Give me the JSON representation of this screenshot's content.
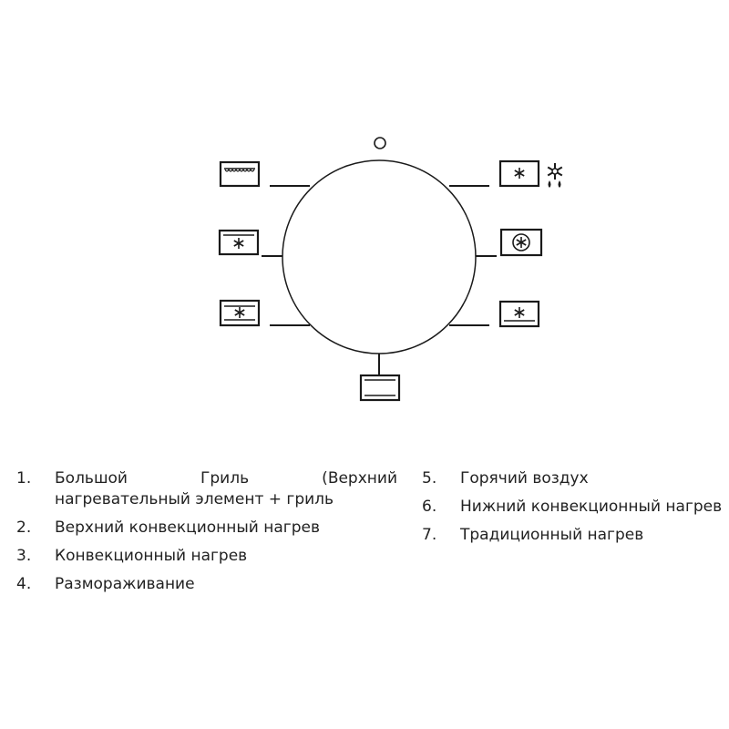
{
  "legend": {
    "items": [
      {
        "num": "1.",
        "text": "Большой Гриль (Верхний нагревательный элемент + гриль"
      },
      {
        "num": "2.",
        "text": "Верхний конвекционный нагрев"
      },
      {
        "num": "3.",
        "text": "Конвекционный нагрев"
      },
      {
        "num": "4.",
        "text": "Размораживание"
      },
      {
        "num": "5.",
        "text": "Горячий воздух"
      },
      {
        "num": "6.",
        "text": "Нижний конвекционный нагрев"
      },
      {
        "num": "7.",
        "text": "Традиционный нагрев"
      }
    ]
  },
  "icons": [
    "off-position-icon",
    "grill-icon",
    "top-convection-icon",
    "convection-icon",
    "defrost-icon",
    "hot-air-icon",
    "bottom-convection-icon",
    "traditional-heating-icon"
  ],
  "colors": {
    "stroke": "#1a1a1a",
    "text": "#222222"
  }
}
